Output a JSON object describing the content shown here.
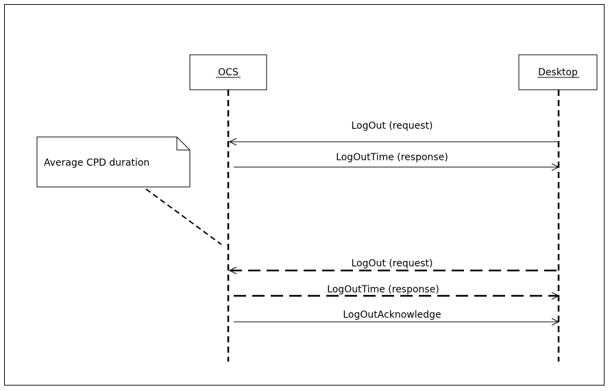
{
  "participants": {
    "ocs": "OCS",
    "desktop": "Desktop"
  },
  "note": {
    "text": "Average CPD duration"
  },
  "messages": [
    {
      "label": "LogOut (request)",
      "from": "desktop",
      "to": "ocs",
      "style": "solid"
    },
    {
      "label": "LogOutTime (response)",
      "from": "ocs",
      "to": "desktop",
      "style": "solid"
    },
    {
      "label": "LogOut (request)",
      "from": "desktop",
      "to": "ocs",
      "style": "dashed"
    },
    {
      "label": "LogOutTime (response)",
      "from": "ocs",
      "to": "desktop",
      "style": "dashed"
    },
    {
      "label": "LogOutAcknowledge",
      "from": "ocs",
      "to": "desktop",
      "style": "solid"
    }
  ]
}
